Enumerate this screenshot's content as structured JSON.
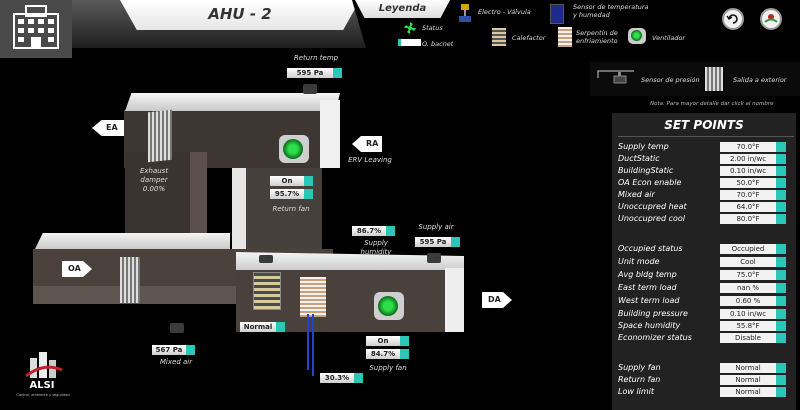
{
  "header": {
    "title": "AHU - 2",
    "legend_title": "Leyenda"
  },
  "legend": {
    "status": "Status",
    "bacnet": "O. bacnet",
    "electro_valvula": "Electro - Válvula",
    "sensor_temp_hum": "Sensor de temperatura y humedad",
    "calefactor": "Calefactor",
    "serpentin": "Serpentín de enfriamiento",
    "ventilador": "Ventilador",
    "sensor_presion": "Sensor de presión",
    "salida_exterior": "Salida a exterior",
    "nota": "Nota: Para mayor detalle dar click al nombre"
  },
  "diagram": {
    "return_temp_label": "Return temp",
    "return_temp_value": "595 Pa",
    "ea_label": "EA",
    "ra_label": "RA",
    "erv_label": "ERV Leaving",
    "exhaust_damper_label": "Exhaust damper",
    "exhaust_damper_value": "0.00%",
    "return_fan_status": "On",
    "return_fan_value": "95.7%",
    "return_fan_label": "Return fan",
    "supply_humidity_value": "86.7%",
    "supply_humidity_label": "Supply humidity",
    "supply_air_label": "Supply air",
    "supply_air_value": "595 Pa",
    "oa_label": "OA",
    "da_label": "DA",
    "heater_status": "Normal",
    "mixed_air_value": "567 Pa",
    "mixed_air_label": "Mixed air",
    "valve_value": "30.3%",
    "supply_fan_status": "On",
    "supply_fan_value": "84.7%",
    "supply_fan_label": "Supply fan"
  },
  "setpoints": {
    "title": "SET POINTS",
    "rows": [
      {
        "name": "Supply temp",
        "value": "70.0°F"
      },
      {
        "name": "DuctStatic",
        "value": "2.00 in/wc"
      },
      {
        "name": "BuildingStatic",
        "value": "0.10 in/wc"
      },
      {
        "name": "OA Econ enable",
        "value": "50.0°F"
      },
      {
        "name": "Mixed air",
        "value": "70.0°F"
      },
      {
        "name": "Unoccupred heat",
        "value": "64.0°F"
      },
      {
        "name": "Unoccupred cool",
        "value": "80.0°F"
      }
    ],
    "status_rows": [
      {
        "name": "Occupied status",
        "value": "Occupied"
      },
      {
        "name": "Unit mode",
        "value": "Cool"
      },
      {
        "name": "Avg bldg temp",
        "value": "75.0°F"
      },
      {
        "name": "East term load",
        "value": "nan %"
      },
      {
        "name": "West term load",
        "value": "0.60 %"
      },
      {
        "name": "Building pressure",
        "value": "0.10 in/wc"
      },
      {
        "name": "Space humidity",
        "value": "55.8°F"
      },
      {
        "name": "Economizer status",
        "value": "Disable"
      }
    ],
    "alarm_rows": [
      {
        "name": "Supply fan",
        "value": "Normal"
      },
      {
        "name": "Return fan",
        "value": "Normal"
      },
      {
        "name": "Low limit",
        "value": "Normal"
      }
    ]
  },
  "logo": {
    "name": "ALSI",
    "tagline": "Control, ambiente y seguridad"
  },
  "colors": {
    "accent": "#2ac7b9",
    "fan_green": "#2de04a"
  }
}
